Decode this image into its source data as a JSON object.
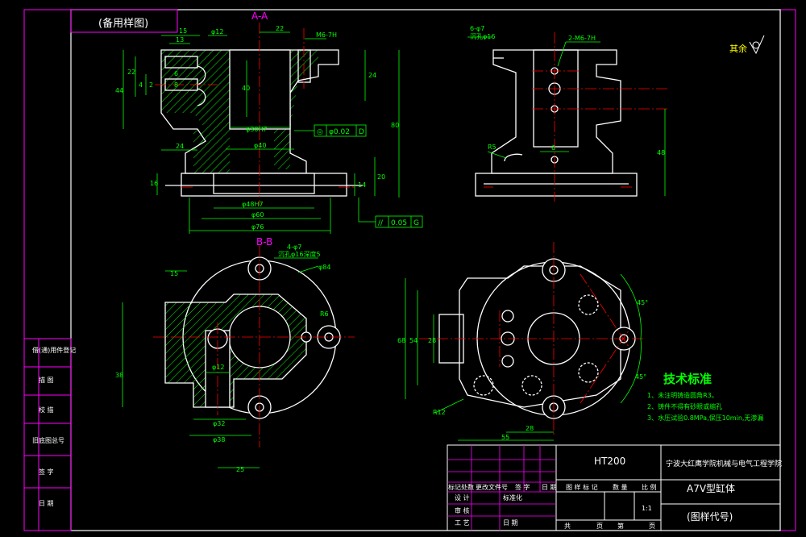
{
  "colors": {
    "background": "#000000",
    "border": "#ffffff",
    "part_outline": "#ffffff",
    "dimension": "#00ff00",
    "centerline": "#ff0000",
    "title_block": "#ff00ff",
    "title_text": "#ffff00",
    "note_text": "#00ff00"
  },
  "stamp": {
    "label": "(备用样图)"
  },
  "views": {
    "section_aa": {
      "label": "A-A",
      "dims": [
        "15",
        "13",
        "φ12",
        "22",
        "M6-7H",
        "44",
        "22",
        "6",
        "8",
        "4",
        "2",
        "40",
        "24",
        "80",
        "20",
        "φ30H7",
        "φ40",
        "24",
        "16",
        "14",
        "φ48H7",
        "φ60",
        "φ76"
      ],
      "fcf_concentricity": {
        "symbol": "◎",
        "value": "φ0.02",
        "datum": "D"
      },
      "fcf_parallel": {
        "symbol": "//",
        "value": "0.05",
        "datum": "G"
      }
    },
    "side_view": {
      "dims": [
        "6-φ7",
        "沉孔φ16",
        "2-M6-7H",
        "R5",
        "6",
        "48"
      ]
    },
    "section_bb": {
      "label": "B-B",
      "dims": [
        "4-φ7",
        "沉孔φ16深度5",
        "φ84",
        "R6",
        "38",
        "φ12",
        "φ32",
        "φ38",
        "25",
        "15"
      ]
    },
    "top_view": {
      "dims": [
        "68",
        "54",
        "28",
        "R12",
        "28",
        "55",
        "45°",
        "45°"
      ]
    }
  },
  "roughness_other": {
    "label": "其余"
  },
  "tech_notes": {
    "title": "技术标准",
    "items": [
      "1、未注明铸造圆角R3。",
      "2、铸件不得有砂眼或缩孔",
      "3、水压试验0.8MPa,保压10min,无渗漏"
    ]
  },
  "side_labels": [
    "借(通)用件登记",
    "描 图",
    "校 描",
    "旧底图总号",
    "签 字",
    "日 期"
  ],
  "title_block": {
    "material": "HT200",
    "school": "宁波大红鹰学院机械与电气工程学院",
    "part_name": "A7V型缸体",
    "drawing_code": "(图样代号)",
    "scale": "1:1",
    "row_mark_header": "标记处数",
    "row_change_doc": "更改文件号",
    "row_sign": "签 字",
    "row_date": "日 期",
    "design": "设 计",
    "standardize": "标准化",
    "review": "审 核",
    "process": "工 艺",
    "date": "日 期",
    "stage_mark": "图 样 标 记",
    "quantity": "数 量",
    "ratio": "比 例",
    "total": "共",
    "sheet": "页",
    "page": "第",
    "page_suffix": "页"
  }
}
